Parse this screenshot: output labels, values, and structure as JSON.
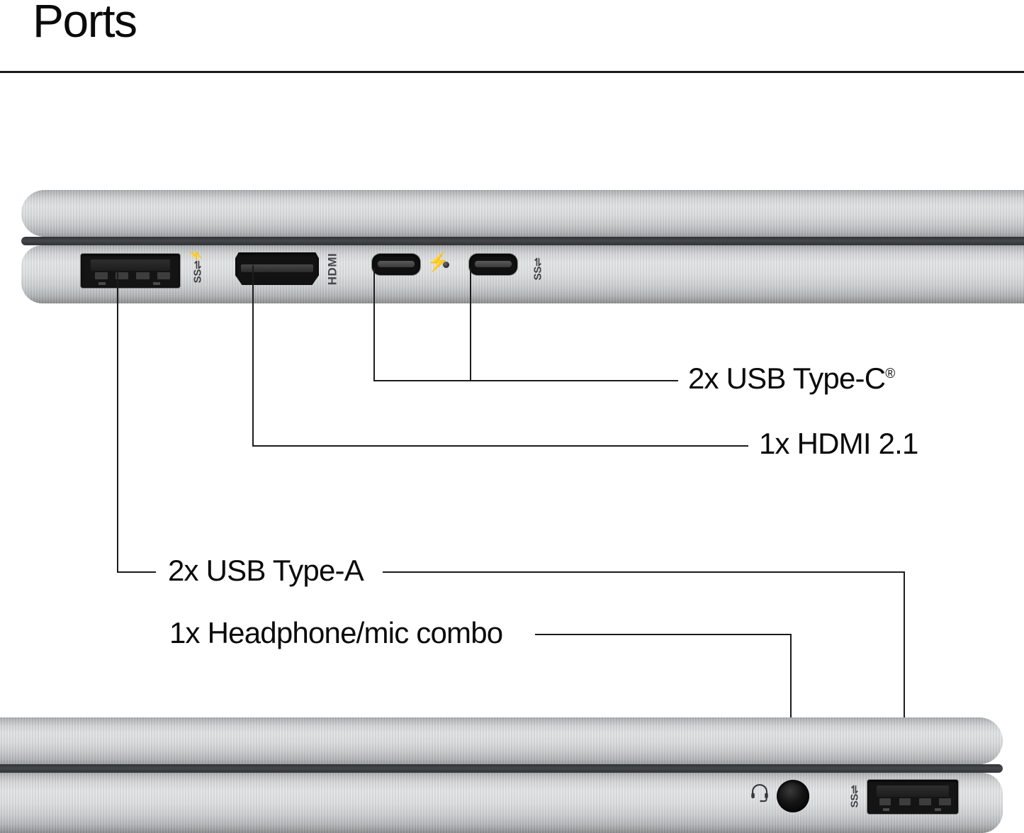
{
  "header": {
    "title": "Ports"
  },
  "device": {
    "name": "laptop-side-profile",
    "finish_color": "#d8dadc",
    "accent_dark": "#141414"
  },
  "top_view": {
    "name": "laptop-left-side-view",
    "port_marks": [
      {
        "id": "usba-mark",
        "glyph": "SS⇌",
        "bolt": "⚡",
        "meaning": "superspeed-usb-charging"
      },
      {
        "id": "hdmi-mark",
        "glyph": "HDMI",
        "meaning": "hdmi-port-label"
      },
      {
        "id": "thunderbolt-mark",
        "glyph": "⚡",
        "meaning": "thunderbolt-power"
      },
      {
        "id": "usbc-mark",
        "glyph": "SS⇌",
        "meaning": "superspeed-usb-c"
      }
    ]
  },
  "bottom_view": {
    "name": "laptop-right-side-view",
    "port_marks": [
      {
        "id": "headset-mark",
        "glyph": "Ἲ7",
        "meaning": "headphone-mic-combo"
      },
      {
        "id": "usba-mark-2",
        "glyph": "SS⇌",
        "meaning": "superspeed-usb-a"
      }
    ]
  },
  "callouts": [
    {
      "id": "usb-c",
      "label": "2x USB Type-C",
      "superscript": "®"
    },
    {
      "id": "hdmi",
      "label": "1x HDMI 2.1",
      "superscript": ""
    },
    {
      "id": "usb-a",
      "label": "2x USB Type-A",
      "superscript": ""
    },
    {
      "id": "headphone",
      "label": "1x Headphone/mic combo",
      "superscript": ""
    }
  ]
}
